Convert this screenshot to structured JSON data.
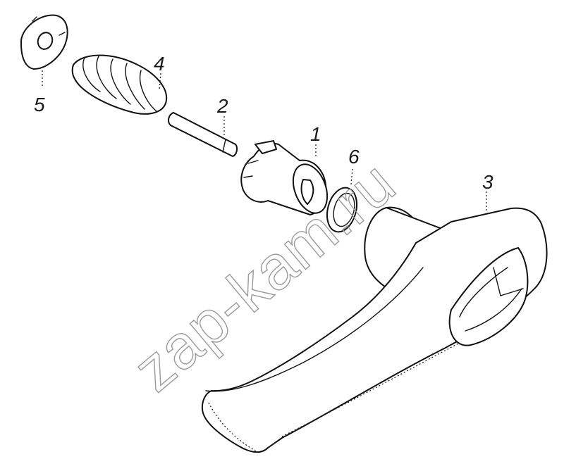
{
  "watermark": "zap-kam.ru",
  "callouts": [
    {
      "id": "1",
      "label": "1"
    },
    {
      "id": "2",
      "label": "2"
    },
    {
      "id": "3",
      "label": "3"
    },
    {
      "id": "4",
      "label": "4"
    },
    {
      "id": "5",
      "label": "5"
    },
    {
      "id": "6",
      "label": "6"
    }
  ],
  "colors": {
    "line": "#111111",
    "watermark": "#9a9a9a",
    "background": "#ffffff"
  }
}
